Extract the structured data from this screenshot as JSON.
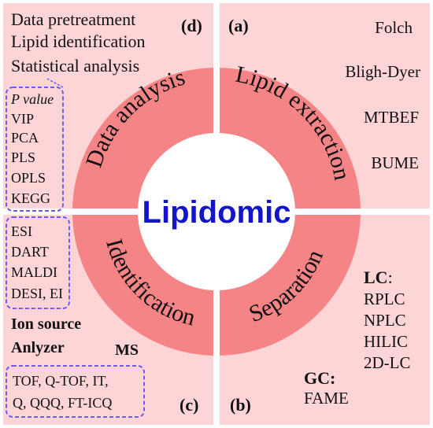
{
  "colors": {
    "background": "#ffffff",
    "quadrant": "#fdd5d7",
    "ring": "#f48486",
    "center_text": "#1515c8",
    "dashed_border": "#6a5cf0",
    "text": "#111111"
  },
  "center": {
    "title": "Lipidomic"
  },
  "quadrants": {
    "d": {
      "tag": "(d)",
      "ring_label": "Data analysis",
      "items": [
        "Data pretreatment",
        "Lipid identification",
        "Statistical analysis"
      ],
      "box_items": [
        "P value",
        "VIP",
        "PCA",
        "PLS",
        "OPLS",
        "KEGG"
      ]
    },
    "a": {
      "tag": "(a)",
      "ring_label": "Lipid extraction",
      "items": [
        "Folch",
        "Bligh-Dyer",
        "MTBEF",
        "BUME"
      ]
    },
    "c": {
      "tag": "(c)",
      "ring_label": "Identification",
      "ion_box_items": [
        "ESI",
        "DART",
        "MALDI",
        "DESI, EI"
      ],
      "ion_source_label": "Ion source",
      "analyzer_label": "Anlyzer",
      "ms_label": "MS",
      "analyzer_box_items": [
        "TOF, Q-TOF, IT,",
        "Q, QQQ, FT-ICQ"
      ]
    },
    "b": {
      "tag": "(b)",
      "ring_label": "Separation",
      "lc_label": "LC",
      "lc_colon": ":",
      "lc_items": [
        "RPLC",
        "NPLC",
        "HILIC",
        "2D-LC"
      ],
      "gc_label": "GC:",
      "gc_items": [
        "FAME"
      ]
    }
  }
}
